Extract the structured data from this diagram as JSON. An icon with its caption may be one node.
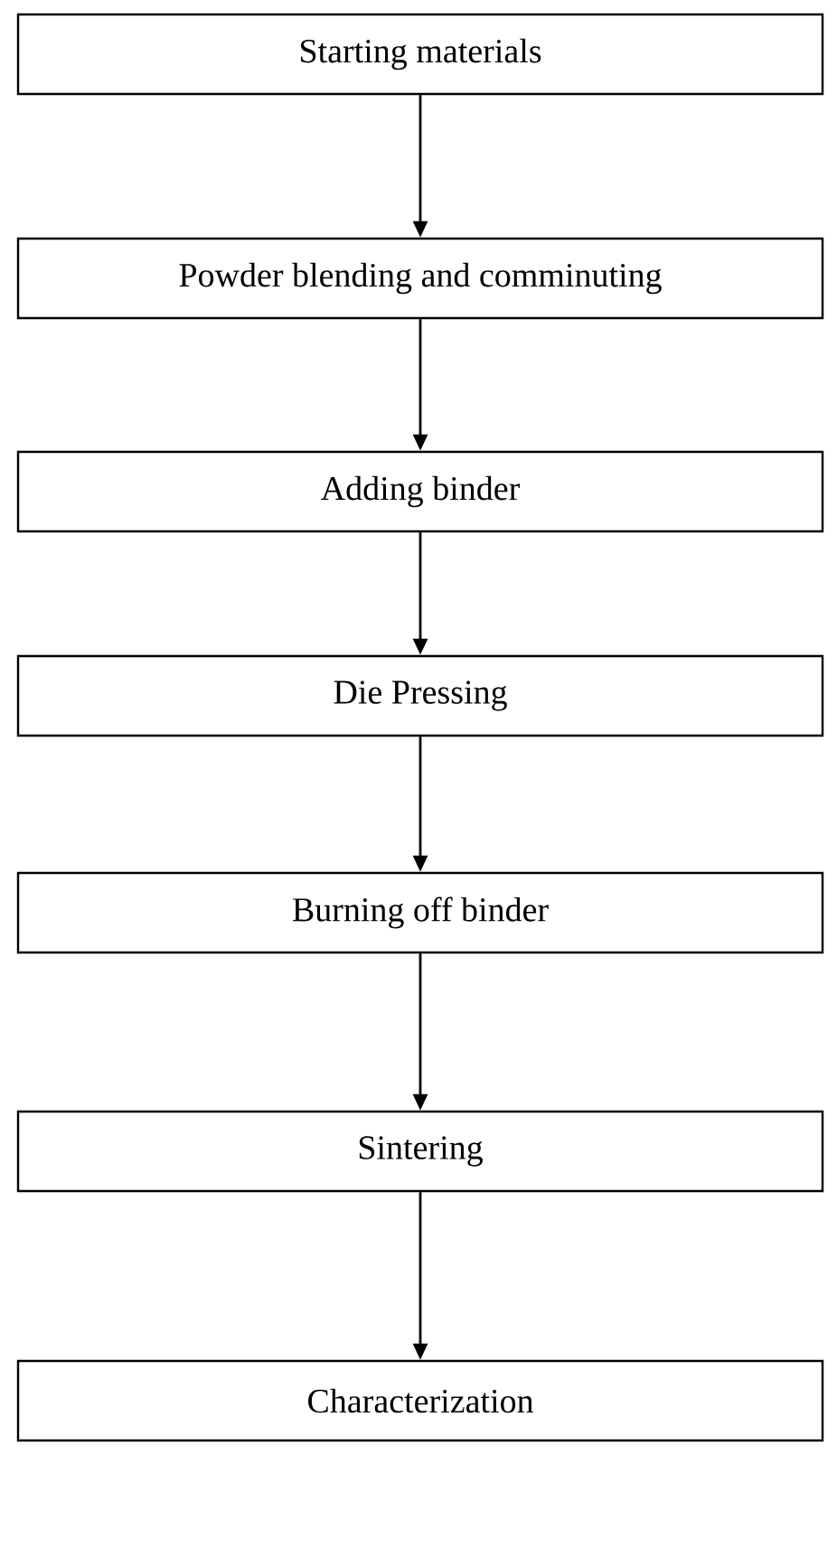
{
  "diagram": {
    "nodes": [
      {
        "text": [
          "Starting materials"
        ]
      },
      {
        "text": [
          "Powder blending and comminuting"
        ]
      },
      {
        "text": [
          "Adding binder"
        ]
      },
      {
        "text": [
          "Die Pressing"
        ]
      },
      {
        "text": [
          "Burning off binder"
        ]
      },
      {
        "text": [
          "Sintering"
        ]
      },
      {
        "text": [
          "Characterization"
        ]
      }
    ],
    "edges": [
      {
        "from": 0,
        "to": 1,
        "arrow": "to"
      },
      {
        "from": 1,
        "to": 2,
        "arrow": "to"
      },
      {
        "from": 2,
        "to": 3,
        "arrow": "to"
      },
      {
        "from": 3,
        "to": 4,
        "arrow": "to"
      },
      {
        "from": 4,
        "to": 5,
        "arrow": "to"
      },
      {
        "from": 5,
        "to": 6,
        "arrow": "to"
      }
    ]
  }
}
